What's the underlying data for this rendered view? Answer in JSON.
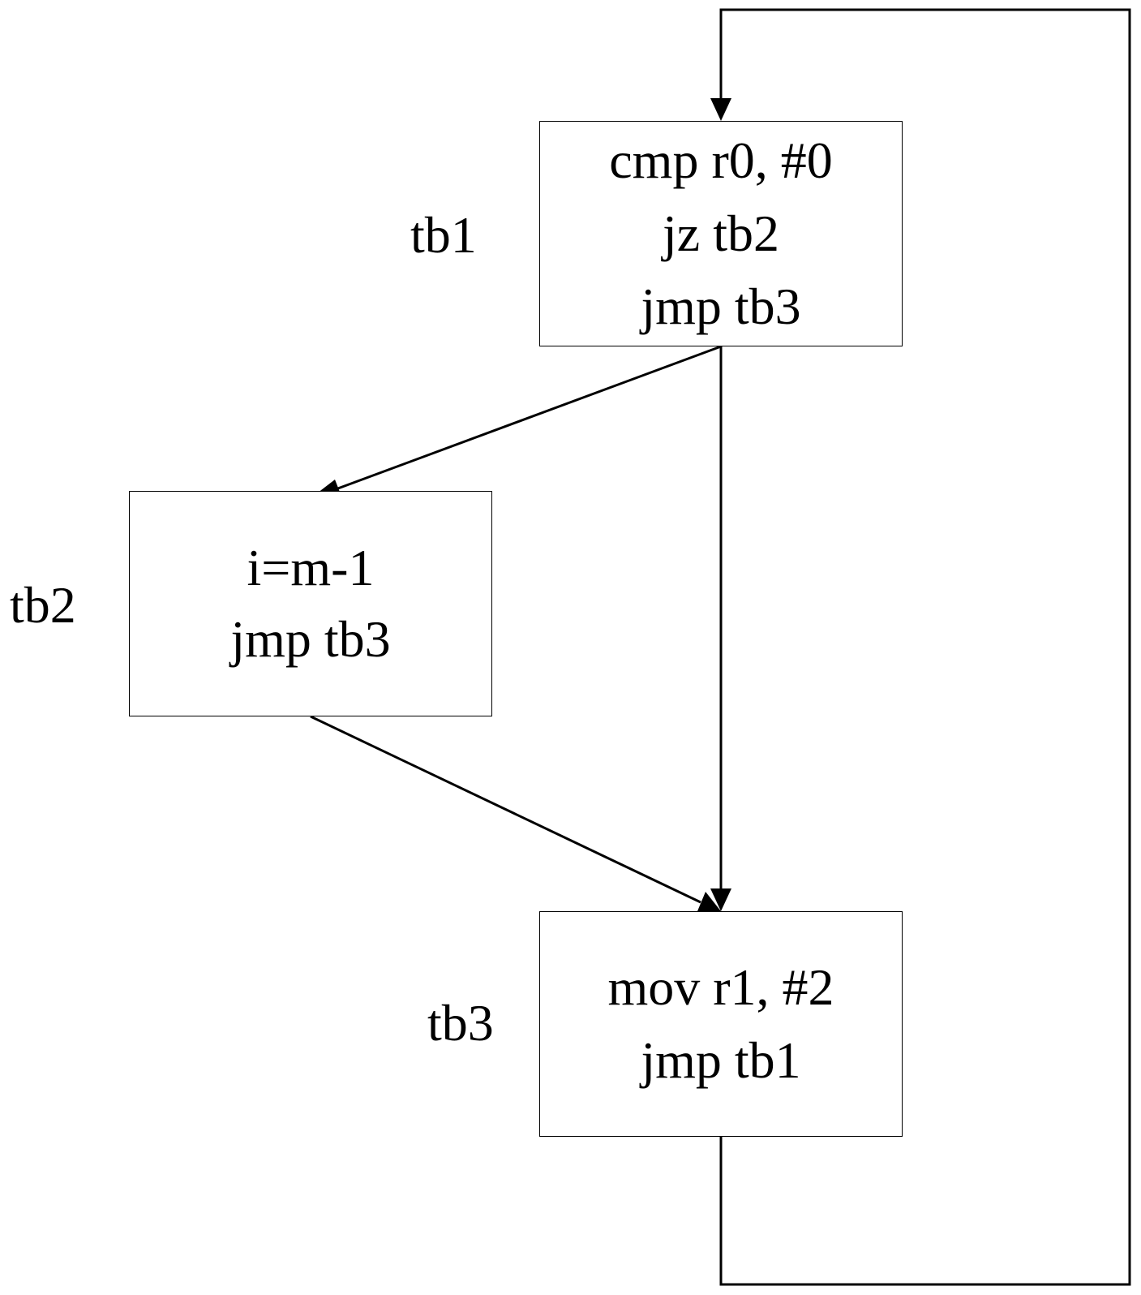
{
  "blocks": [
    {
      "id": "tb1",
      "label": "tb1",
      "lines": [
        "cmp r0, #0",
        "jz tb2",
        "jmp tb3"
      ]
    },
    {
      "id": "tb2",
      "label": "tb2",
      "lines": [
        "i=m-1",
        "jmp tb3"
      ]
    },
    {
      "id": "tb3",
      "label": "tb3",
      "lines": [
        "mov r1, #2",
        "jmp tb1"
      ]
    }
  ],
  "edges": [
    {
      "from": "tb1",
      "to": "tb2"
    },
    {
      "from": "tb1",
      "to": "tb3"
    },
    {
      "from": "tb2",
      "to": "tb3"
    },
    {
      "from": "tb3",
      "to": "tb1"
    }
  ],
  "colors": {
    "stroke": "#000000",
    "background": "#ffffff"
  }
}
